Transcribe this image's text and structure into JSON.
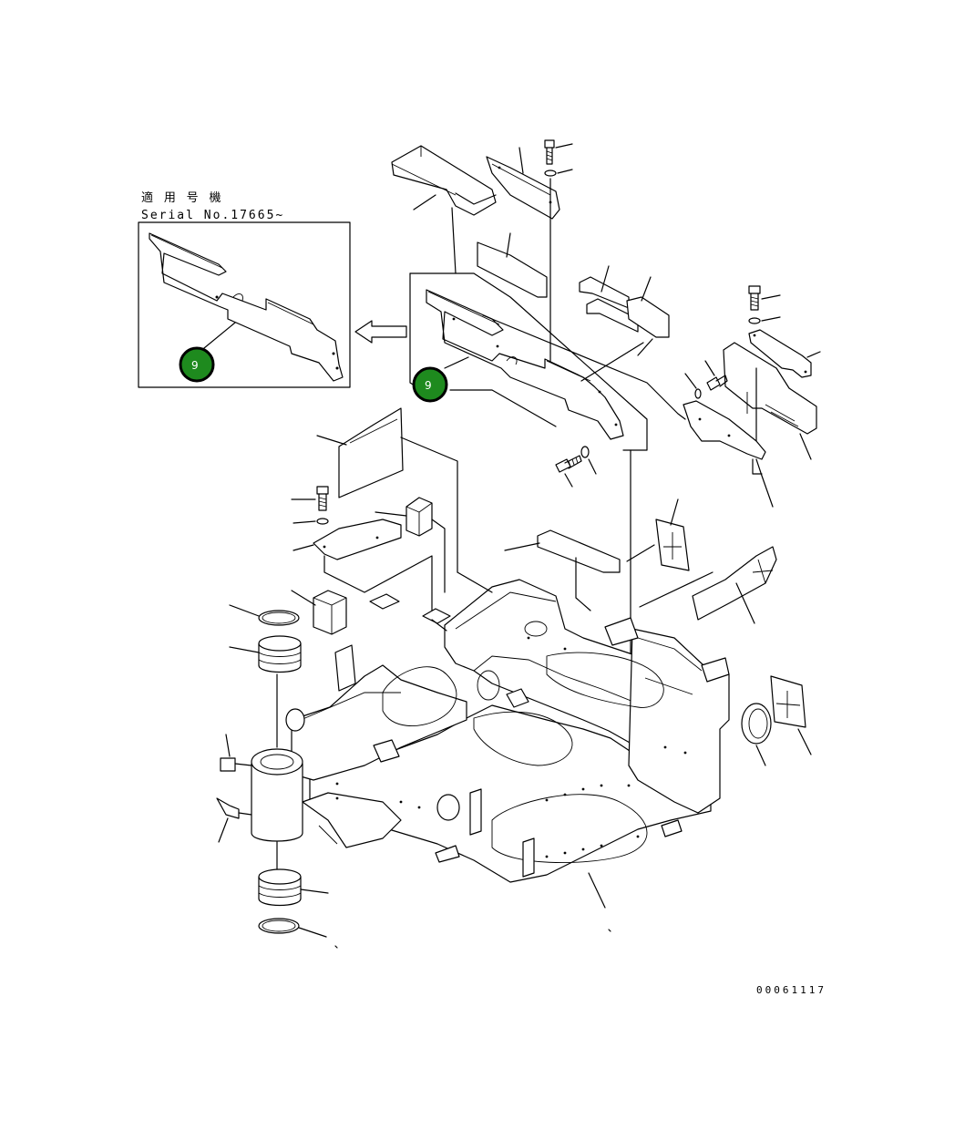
{
  "diagram": {
    "note_line1": "適 用 号 機",
    "note_line2": "Serial No.17665~",
    "callouts": [
      {
        "id": "callout-inset",
        "label": "9"
      },
      {
        "id": "callout-main",
        "label": "9"
      }
    ],
    "drawing_code": "00061117",
    "callout_color": "#1e8a1e"
  }
}
